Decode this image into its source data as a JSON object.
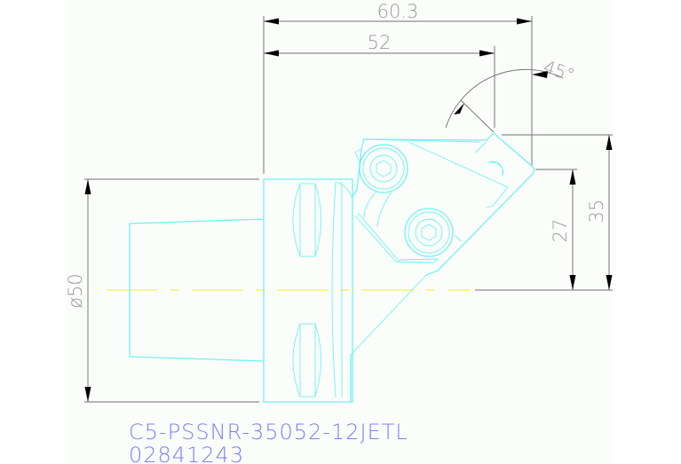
{
  "drawing": {
    "title_line_1": "C5-PSSNR-35052-12JETL",
    "title_line_2": "02841243",
    "colors": {
      "background": "#ffffff",
      "panel": "#fbfdfb",
      "part_outline": "#6ff2f2",
      "dimension": "#8c8c8c",
      "dimension_text": "#9a9a9a",
      "center_line": "#f2f24a",
      "title_text": "#7f7ff5"
    },
    "dimensions": {
      "overall_length": "60.3",
      "body_length": "52",
      "lead_angle": "45°",
      "shank_diameter": "ø50",
      "cutting_height_small": "27",
      "cutting_height_large": "35"
    }
  }
}
